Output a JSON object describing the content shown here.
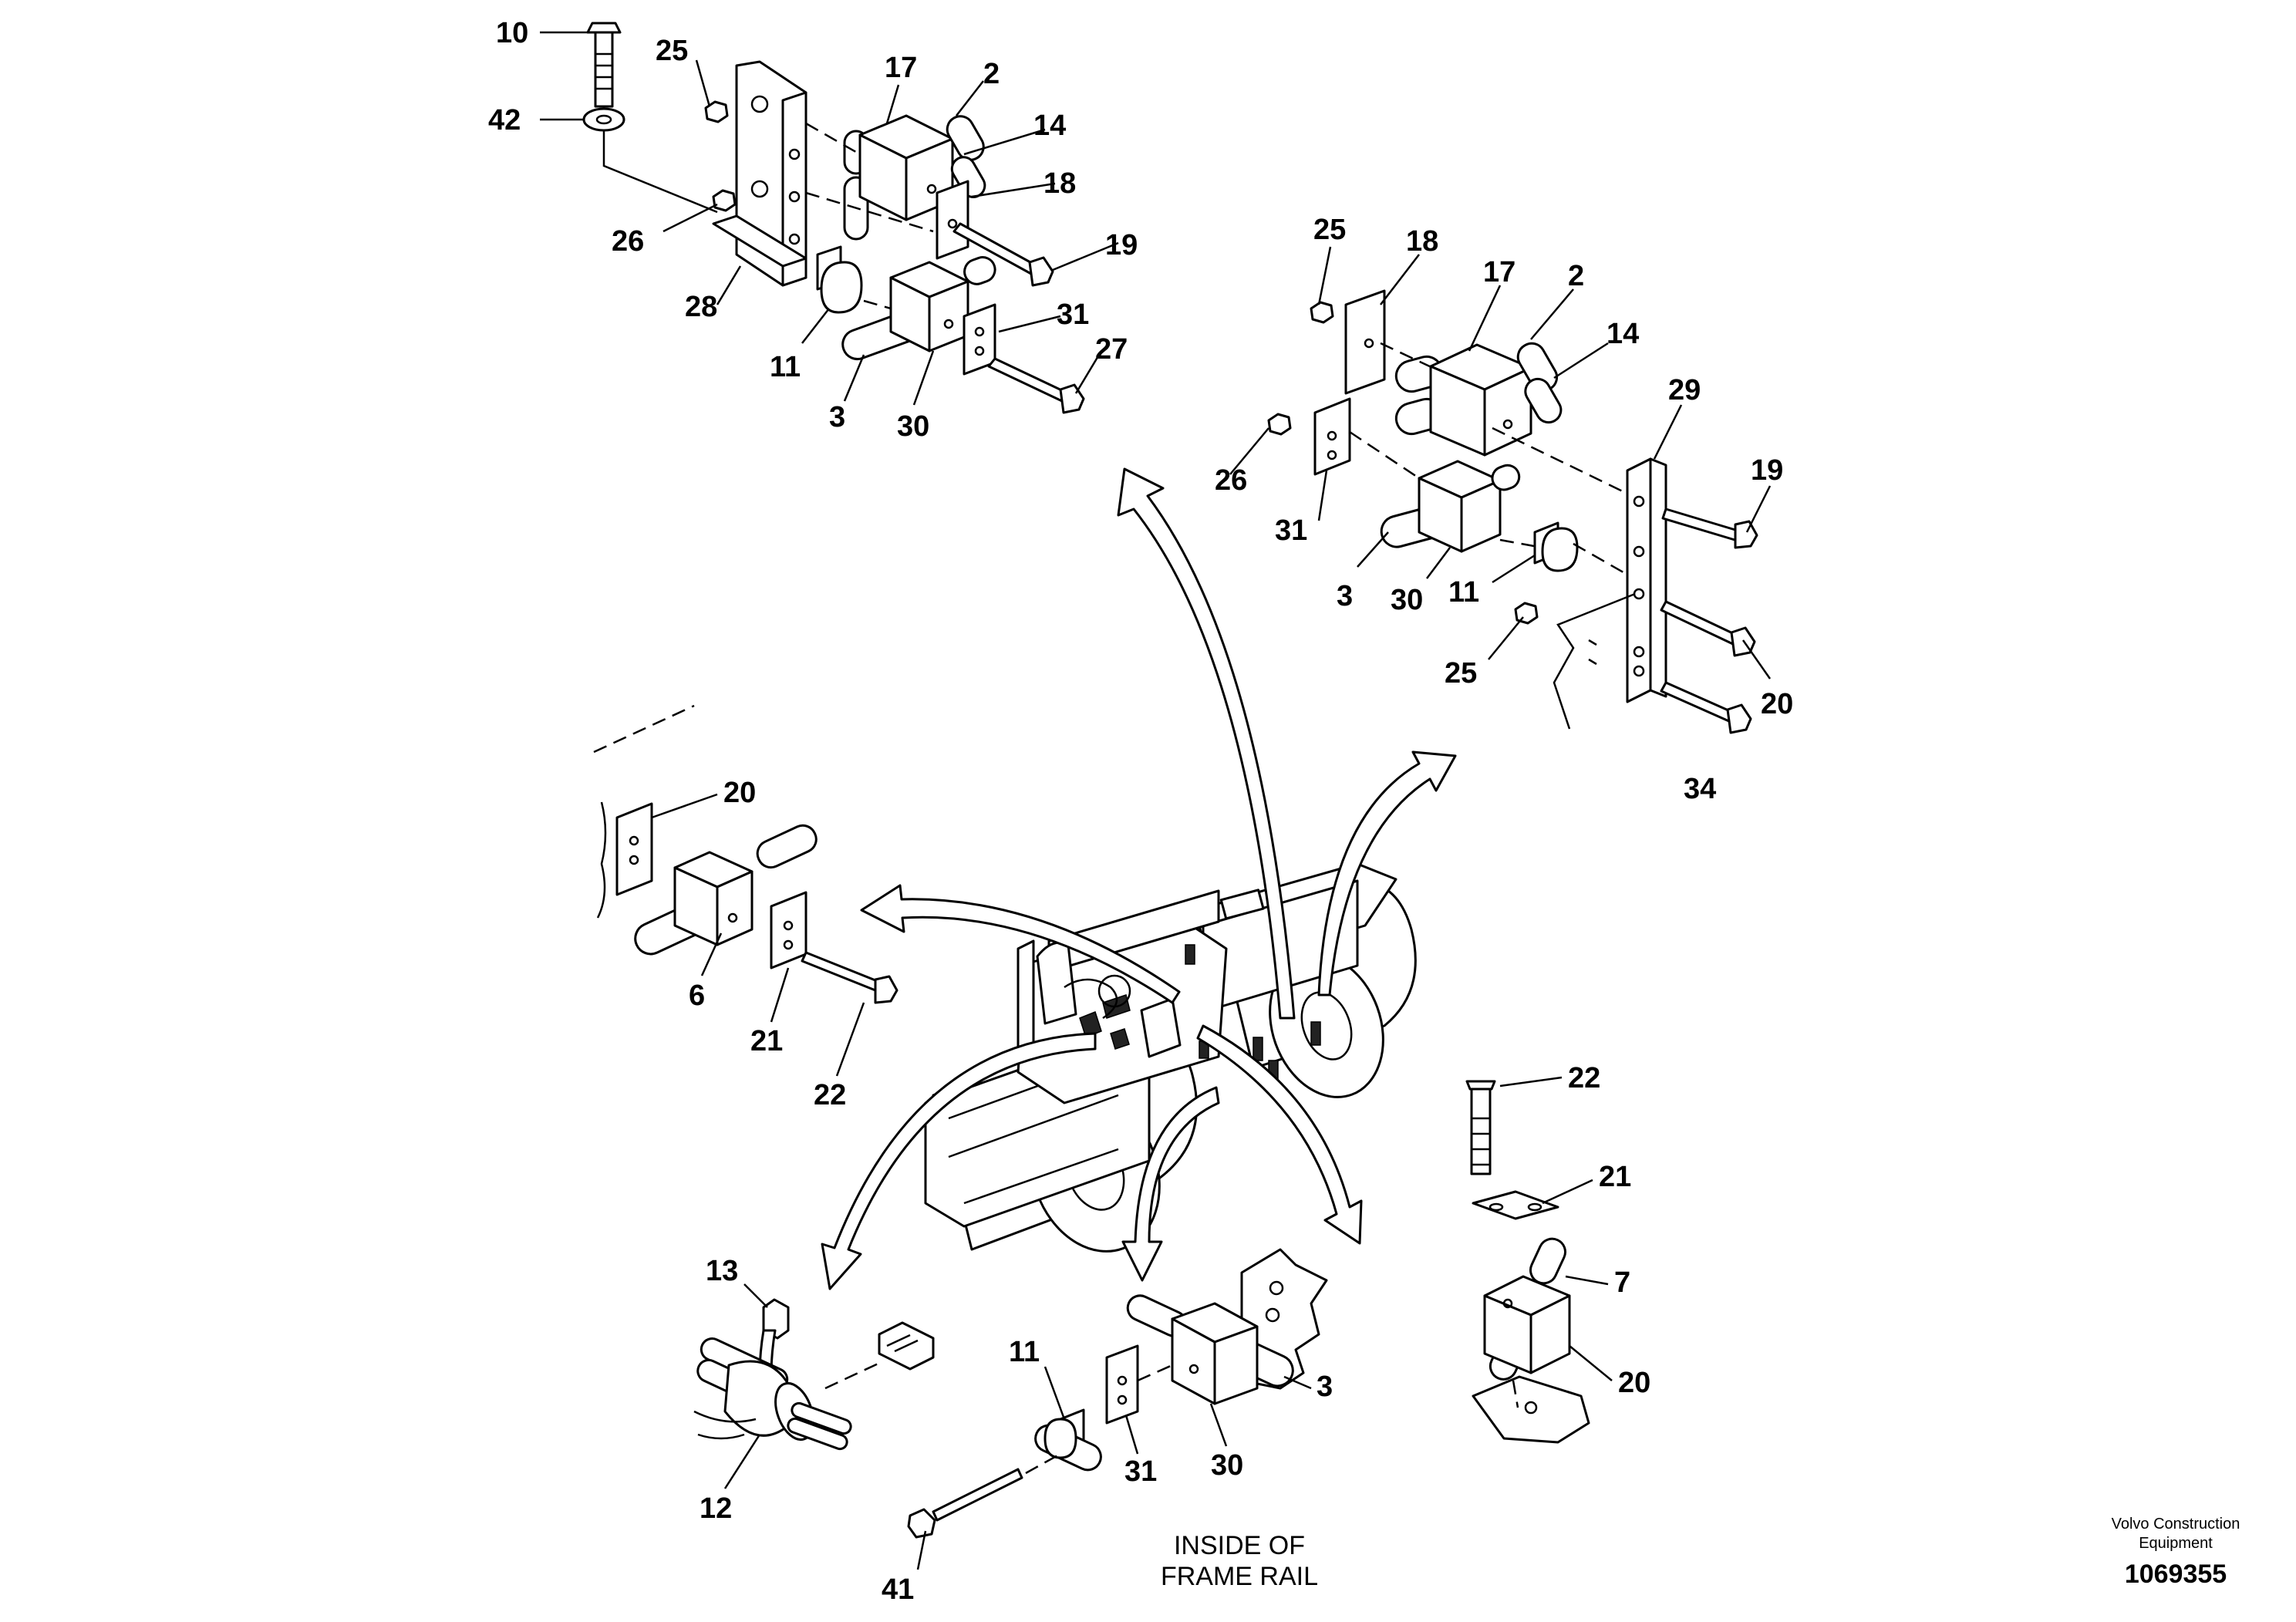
{
  "callouts": {
    "tl": [
      "10",
      "42",
      "25",
      "26",
      "28",
      "17",
      "2",
      "14",
      "18",
      "19",
      "11",
      "3",
      "30",
      "31",
      "27"
    ],
    "tr": [
      "25",
      "18",
      "17",
      "2",
      "14",
      "29",
      "26",
      "31",
      "19",
      "3",
      "30",
      "11",
      "25",
      "20",
      "34"
    ],
    "ml": [
      "20",
      "6",
      "21",
      "22"
    ],
    "br": [
      "22",
      "21",
      "7",
      "20"
    ],
    "bl": [
      "13",
      "12"
    ],
    "bc": [
      "11",
      "31",
      "30",
      "3",
      "41"
    ]
  },
  "note": {
    "line1": "INSIDE OF",
    "line2": "FRAME RAIL"
  },
  "brand": {
    "line1": "Volvo Construction",
    "line2": "Equipment"
  },
  "doc_number": "1069355"
}
